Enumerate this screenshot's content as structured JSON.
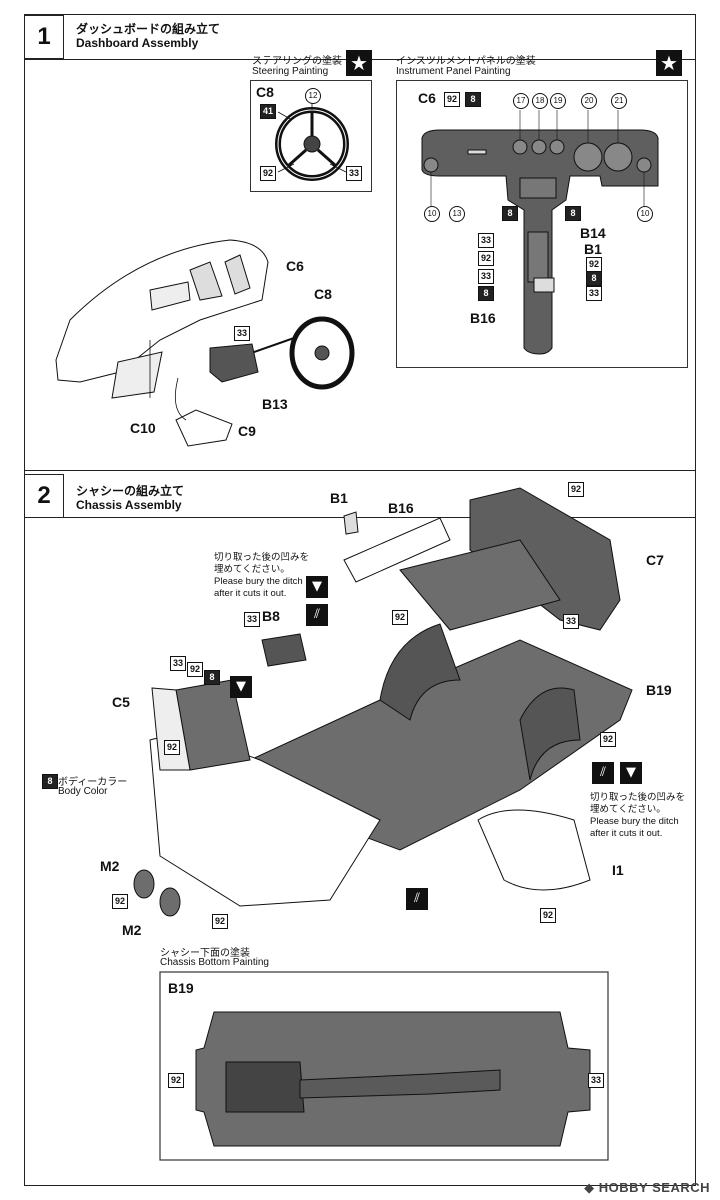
{
  "steps": [
    {
      "number": "1",
      "title_jp": "ダッシュボードの組み立て",
      "title_en": "Dashboard Assembly"
    },
    {
      "number": "2",
      "title_jp": "シャシーの組み立て",
      "title_en": "Chassis Assembly"
    }
  ],
  "step1": {
    "steering": {
      "title_jp": "ステアリングの塗装",
      "title_en": "Steering Painting",
      "part": "C8",
      "callouts": [
        "41",
        "12",
        "92",
        "33"
      ]
    },
    "panel": {
      "title_jp": "インスツルメントパネルの塗装",
      "title_en": "Instrument Panel Painting",
      "part": "C6",
      "top_boxes": [
        "92",
        "8"
      ],
      "top_circles": [
        "17",
        "18",
        "19",
        "20",
        "21"
      ],
      "side_circles": [
        "10",
        "13",
        "10"
      ],
      "mid_boxes": [
        "8",
        "8"
      ],
      "right_parts": [
        "B14",
        "B1"
      ],
      "left_boxes": [
        "33",
        "92",
        "33",
        "8"
      ],
      "right_boxes": [
        "92",
        "8",
        "33"
      ],
      "bottom_part": "B16"
    },
    "parts": {
      "c6": "C6",
      "c8": "C8",
      "b13": "B13",
      "c10": "C10",
      "c9": "C9",
      "box33": "33"
    }
  },
  "step2": {
    "parts": {
      "b1": "B1",
      "b16": "B16",
      "c7": "C7",
      "b8": "B8",
      "c5": "C5",
      "b19": "B19",
      "i1": "I1",
      "m2a": "M2",
      "m2b": "M2"
    },
    "notes": {
      "left": {
        "jp1": "切り取った後の凹みを",
        "jp2": "埋めてください。",
        "en1": "Please bury the ditch",
        "en2": "after it cuts it out."
      },
      "right": {
        "jp1": "切り取った後の凹みを",
        "jp2": "埋めてください。",
        "en1": "Please bury the ditch",
        "en2": "after it cuts it out."
      }
    },
    "body_color": {
      "box": "8",
      "jp": "ボディーカラー",
      "en": "Body Color"
    },
    "codes": {
      "c92a": "92",
      "c33a": "33",
      "c33b": "33",
      "c92b": "92",
      "c8": "8",
      "c92c": "92",
      "c92d": "92",
      "c92e": "92",
      "c92f": "92",
      "c33c": "33",
      "c92g": "92",
      "c92h": "92"
    },
    "bottom": {
      "title_jp": "シャシー下面の塗装",
      "title_en": "Chassis Bottom Painting",
      "part": "B19",
      "left": "92",
      "right": "33"
    }
  },
  "watermark": "HOBBY SEARCH",
  "colors": {
    "gunmetal": "#6d6d6d",
    "body": "#ffffff",
    "line": "#222222"
  }
}
